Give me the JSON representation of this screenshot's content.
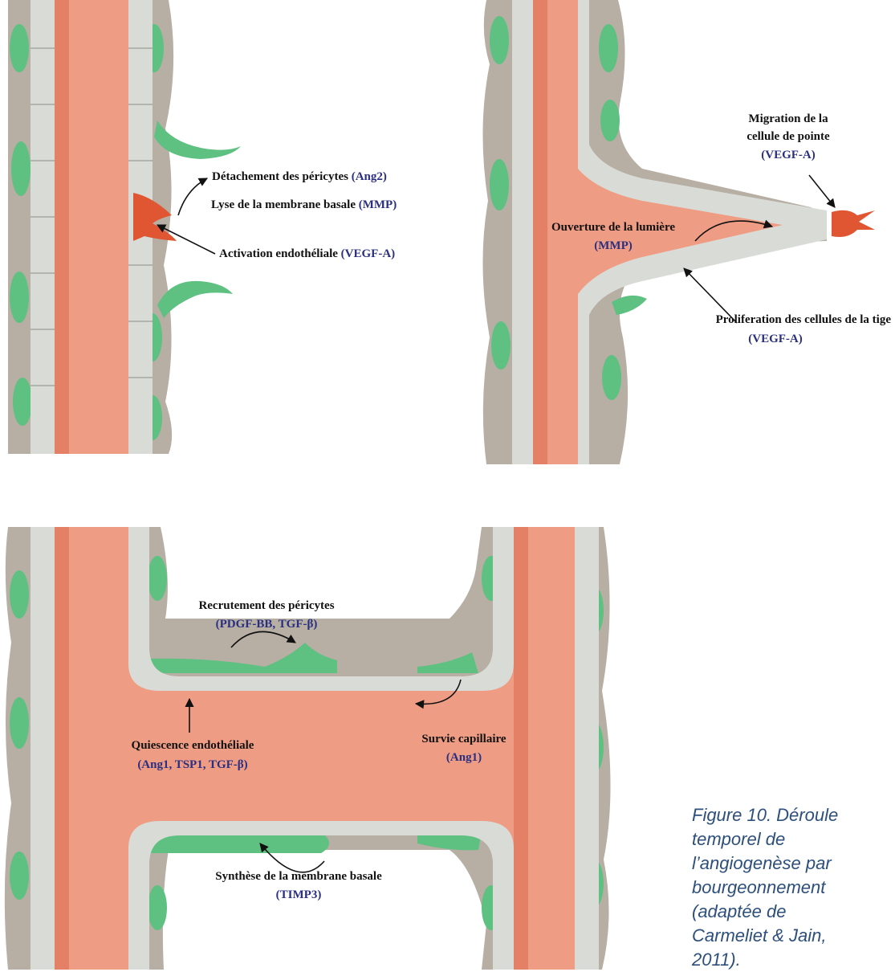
{
  "colors": {
    "lumen": "#ef9c84",
    "lumen_dark": "#d9694f",
    "endothelium": "#d9dcd6",
    "pericyte": "#5ec081",
    "basement_membrane": "#b7aea4",
    "tip_cell": "#e05532",
    "factor_text": "#2a2f80",
    "caption": "#2c4f7c"
  },
  "panel1": {
    "label1": "Détachement des péricytes",
    "factor1": "(Ang2)",
    "label2": "Lyse de la membrane basale",
    "factor2": "(MMP)",
    "label3": "Activation endothéliale",
    "factor3": "(VEGF-A)"
  },
  "panel2": {
    "migration_line1": "Migration de la",
    "migration_line2": "cellule de pointe",
    "migration_factor": "(VEGF-A)",
    "lumen_label": "Ouverture de la lumière",
    "lumen_factor": "(MMP)",
    "prolif_label": "Proliferation des cellules de la tige",
    "prolif_factor": "(VEGF-A)"
  },
  "panel3": {
    "recruit_label": "Recrutement des péricytes",
    "recruit_factor": "(PDGF-BB, TGF-β)",
    "quiescence_label": "Quiescence endothéliale",
    "quiescence_factor": "(Ang1, TSP1, TGF-β)",
    "survival_label": "Survie capillaire",
    "survival_factor": "(Ang1)",
    "synthesis_label": "Synthèse de la membrane basale",
    "synthesis_factor": "(TIMP3)"
  },
  "caption": "Figure 10. Déroule\ntemporel de\nl’angiogenèse par\nbourgeonnement\n(adaptée de\nCarmeliet & Jain,\n2011)."
}
